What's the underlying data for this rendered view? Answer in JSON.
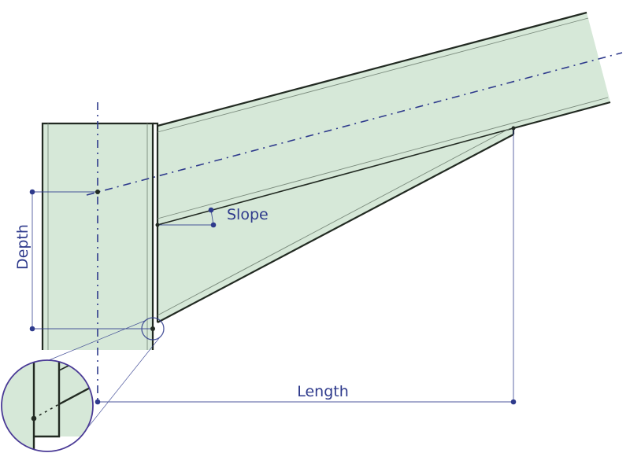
{
  "labels": {
    "depth": "Depth",
    "slope": "Slope",
    "length": "Length"
  },
  "colors": {
    "fill": "#d6e8d8",
    "outline": "#222a22",
    "dimension": "#2e3a8c",
    "thin": "#7a8a7c"
  }
}
